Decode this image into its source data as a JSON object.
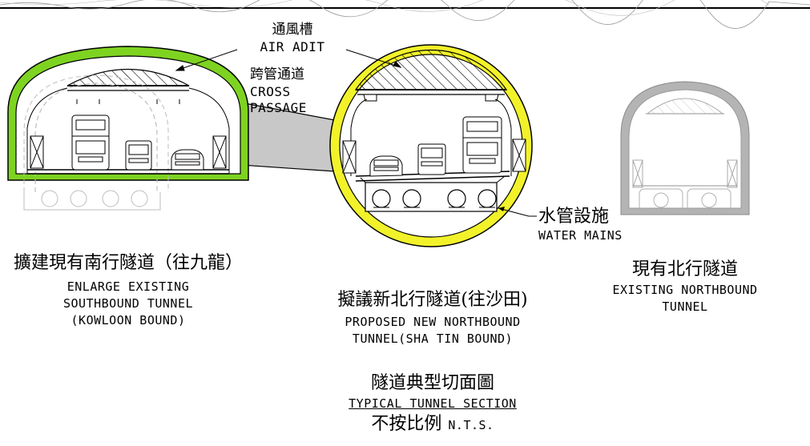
{
  "labels": {
    "air_adit_zh": "通風槽",
    "air_adit_en": "AIR ADIT",
    "cross_passage_zh": "跨管通道",
    "cross_passage_en_1": "CROSS",
    "cross_passage_en_2": "PASSAGE",
    "water_mains_zh": "水管設施",
    "water_mains_en": "WATER MAINS"
  },
  "tunnels": {
    "southbound": {
      "zh": "擴建現有南行隧道（往九龍）",
      "en_lines": [
        "ENLARGE EXISTING",
        "SOUTHBOUND TUNNEL",
        "(KOWLOON BOUND)"
      ],
      "color": "#7ed321"
    },
    "new_northbound": {
      "zh": "擬議新北行隧道(往沙田)",
      "en_lines": [
        "PROPOSED NEW NORTHBOUND",
        "TUNNEL(SHA TIN BOUND)"
      ],
      "color": "#f2f22a"
    },
    "existing_northbound": {
      "zh": "現有北行隧道",
      "en_lines": [
        "EXISTING NORTHBOUND",
        "TUNNEL"
      ],
      "color": "#b4b4b4"
    }
  },
  "section_title": {
    "zh": "隧道典型切面圖",
    "en": "TYPICAL TUNNEL SECTION",
    "scale_zh": "不按比例",
    "scale_en": "N.T.S."
  }
}
